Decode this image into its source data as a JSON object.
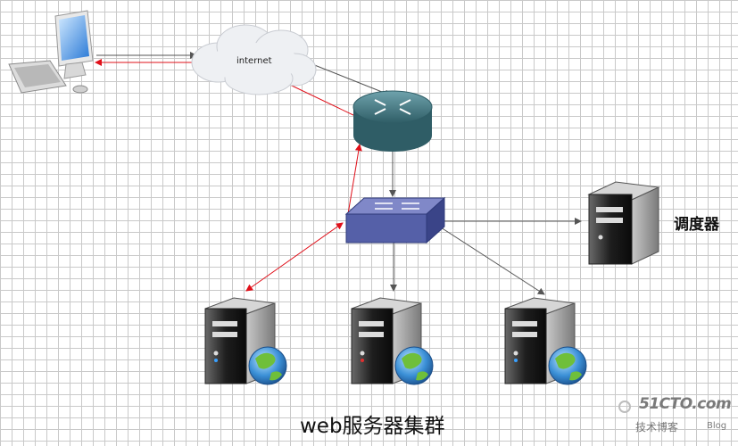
{
  "cloud_label": "internet",
  "scheduler_label": "调度器",
  "caption": "web服务器集群",
  "watermark": {
    "main": "51CTO.com",
    "sub": "技术博客",
    "blog": "Blog"
  },
  "colors": {
    "request_arrow": "#555555",
    "response_arrow": "#e0101a",
    "switch": "#5560a8",
    "router": "#3f7480",
    "server_body": "#2a2a2a"
  }
}
